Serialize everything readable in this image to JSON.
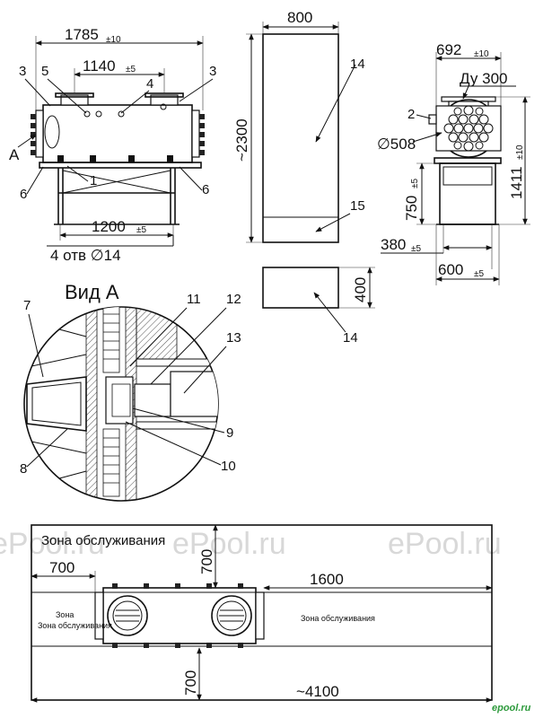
{
  "watermarks": [
    "ePool.ru",
    "ePool.ru",
    "ePool.ru"
  ],
  "watermark_logo": "epool.ru",
  "front_view": {
    "dim_total": "1785",
    "dim_total_tol": "±10",
    "dim_nozzles": "1140",
    "dim_nozzles_tol": "±5",
    "dim_supports": "1200",
    "dim_supports_tol": "±5",
    "holes_note": "4 отв ∅14",
    "view_marker": "А",
    "callouts": [
      "3",
      "5",
      "4",
      "3",
      "1",
      "6",
      "6"
    ]
  },
  "side_view": {
    "dim_width": "800",
    "dim_height": "~2300",
    "dim_block_height": "400",
    "callouts": [
      "14",
      "15",
      "14"
    ]
  },
  "end_view": {
    "dim_flange": "692",
    "dim_flange_tol": "±10",
    "nozzle": "Ду 300",
    "diameter": "∅508",
    "dim_total_height": "1411",
    "dim_total_height_tol": "±10",
    "dim_stand_height": "750",
    "dim_stand_height_tol": "±5",
    "dim_stand_inner": "380",
    "dim_stand_inner_tol": "±5",
    "dim_stand_width": "600",
    "dim_stand_width_tol": "±5",
    "callout": "2"
  },
  "detail_view": {
    "title": "Вид А",
    "callouts": [
      "7",
      "11",
      "12",
      "13",
      "9",
      "8",
      "10"
    ]
  },
  "plan_view": {
    "zone_title": "Зона обслуживания",
    "zone_left": "Зона обслуживания",
    "zone_right": "Зона обслуживания",
    "dim_left": "700",
    "dim_top": "700",
    "dim_right": "1600",
    "dim_bottom": "700",
    "dim_total": "~4100"
  }
}
